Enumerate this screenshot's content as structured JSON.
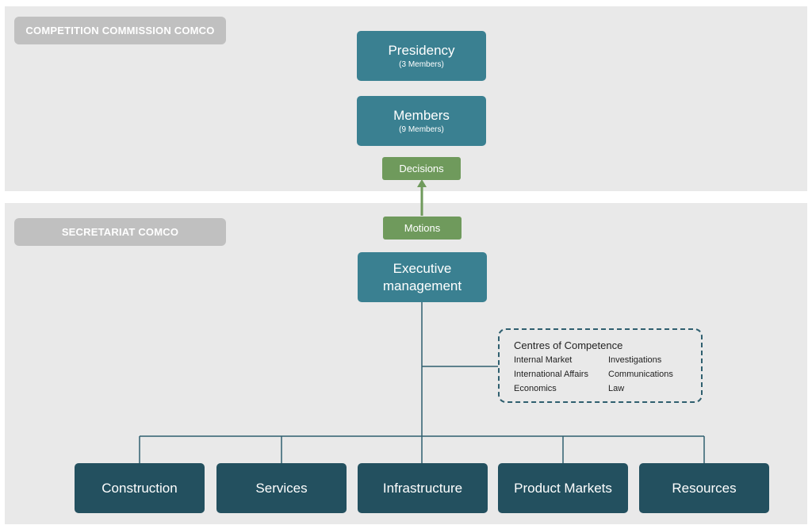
{
  "sections": {
    "commission_label": "COMPETITION COMMISSION COMCO",
    "secretariat_label": "SECRETARIAT COMCO"
  },
  "presidency": {
    "title": "Presidency",
    "subtitle": "(3 Members)"
  },
  "members": {
    "title": "Members",
    "subtitle": "(9 Members)"
  },
  "decisions": {
    "label": "Decisions"
  },
  "motions": {
    "label": "Motions"
  },
  "executive": {
    "title": "Executive management"
  },
  "centres": {
    "title": "Centres of Competence",
    "items": [
      "Internal Market",
      "Investigations",
      "International Affairs",
      "Communications",
      "Economics",
      "Law"
    ]
  },
  "departments": [
    "Construction",
    "Services",
    "Infrastructure",
    "Product Markets",
    "Resources"
  ],
  "colors": {
    "panel": "#e9e9e9",
    "tag": "#c0c0c0",
    "teal": "#3a8091",
    "dark": "#23505f",
    "green": "#6f9a5c",
    "line": "#2f5f6f"
  }
}
